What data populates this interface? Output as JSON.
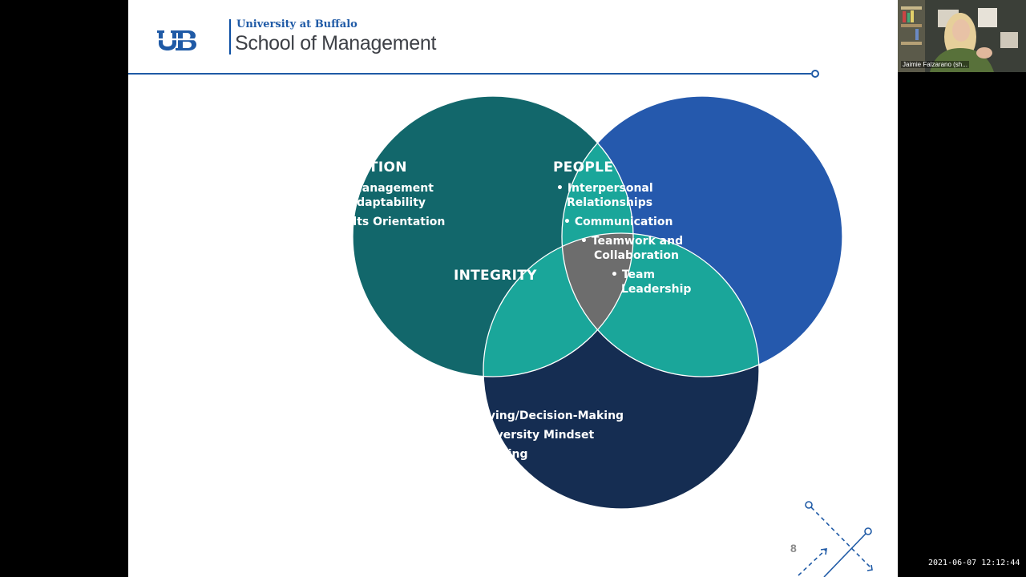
{
  "slide": {
    "logo": {
      "mark_icon": "ub-monogram-icon",
      "university": "University at Buffalo",
      "school": "School of Management",
      "brand_color": "#1f5aa6"
    },
    "venn": {
      "motivation": {
        "title": "MOTIVATION",
        "items": [
          "• Self-Management",
          "and Adaptability",
          "• Results Orientation"
        ],
        "color": "#12676b"
      },
      "people": {
        "title": "PEOPLE",
        "items": [
          "• Interpersonal",
          "Relationships",
          "• Communication",
          "• Teamwork and",
          "Collaboration",
          "• Team",
          "Leadership"
        ],
        "color": "#2559ad"
      },
      "thinking": {
        "title": "THINKING",
        "items": [
          "• Problem-Solving/Decision-Making",
          "• Global and Diversity Mindset",
          "• Strategic Thinking"
        ],
        "color": "#152d52"
      },
      "center": {
        "title": "INTEGRITY",
        "color": "#6d6d6d"
      },
      "overlap_color": "#1aa69a"
    },
    "page_number": "8"
  },
  "webcam": {
    "participant_name": "Jaimie Falzarano (sh..."
  },
  "timestamp": "2021-06-07 12:12:44"
}
